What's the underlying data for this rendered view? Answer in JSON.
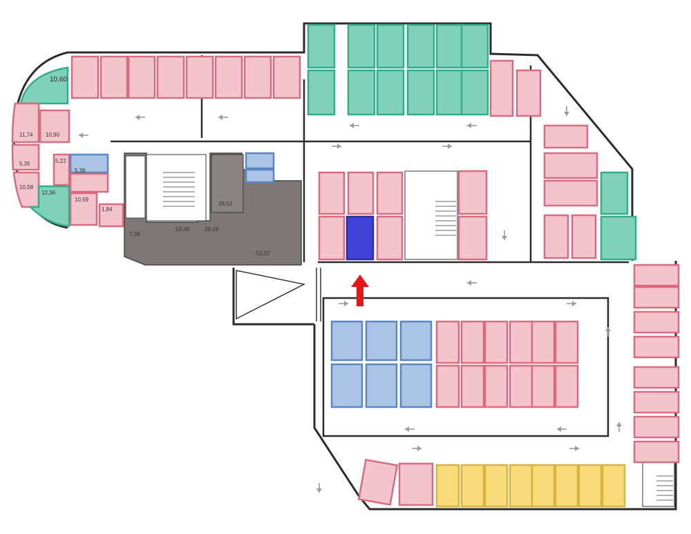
{
  "colors": {
    "pink_fill": "#f4c4cc",
    "pink_stroke": "#d96a80",
    "green_fill": "#7fd1b7",
    "green_stroke": "#2fae8b",
    "blue_fill": "#a9c4e4",
    "blue_stroke": "#5b86c2",
    "yellow_fill": "#f7dc79",
    "yellow_stroke": "#d8b43e",
    "selected_fill": "#3f42d6",
    "core_fill": "#7d7876",
    "wall": "#2b2b2b",
    "arrow_red": "#e4171a",
    "flow_arrow": "#9a9a9a"
  },
  "icons": {
    "entry_arrow": "red-up-arrow-icon",
    "flow_arrow": "gray-direction-arrow-icon"
  },
  "rooms": {
    "storage_top": "10,60",
    "storage_a": "11,74",
    "storage_b": "10,90",
    "storage_c": "5,35",
    "storage_d": "10,58",
    "storage_e": "12,36",
    "storage_f": "5,38",
    "storage_g": "10,59",
    "storage_h": "5,22",
    "storage_i": "1,84",
    "tech_a": "28,53",
    "tech_b": "53,49",
    "tech_c": "29,18",
    "tech_d": "7,09",
    "tech_e": "53,22"
  }
}
